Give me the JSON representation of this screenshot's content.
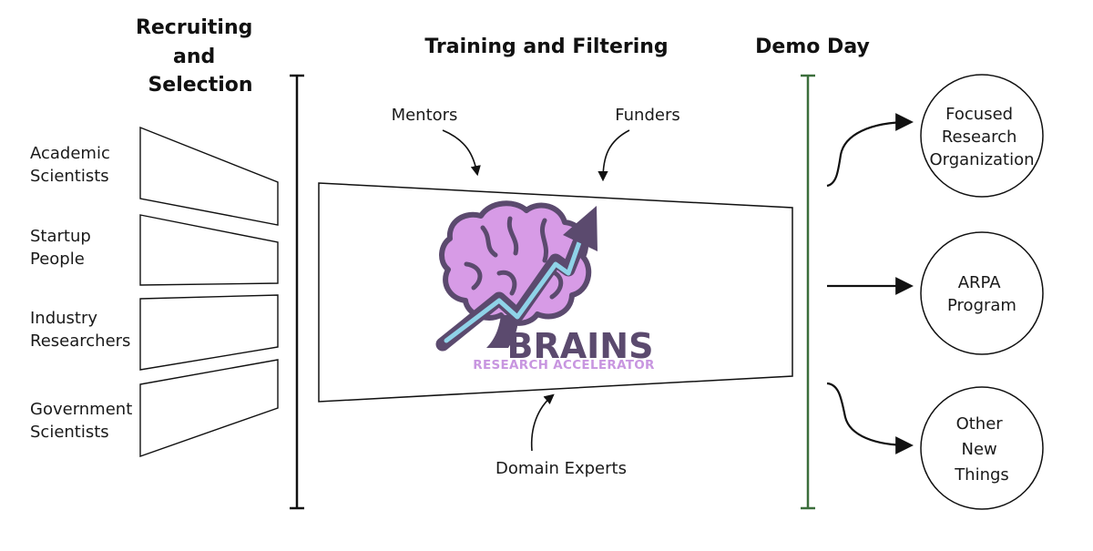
{
  "stages": {
    "recruiting": [
      "Recruiting",
      "and",
      "Selection"
    ],
    "training": "Training and Filtering",
    "demo_day": "Demo Day"
  },
  "sources": [
    [
      "Academic",
      "Scientists"
    ],
    [
      "Startup",
      "People"
    ],
    [
      "Industry",
      "Researchers"
    ],
    [
      "Government",
      "Scientists"
    ]
  ],
  "inputs": {
    "mentors": "Mentors",
    "funders": "Funders",
    "domain_experts": "Domain Experts"
  },
  "logo": {
    "name": "BRAINS",
    "tagline": "RESEARCH ACCELERATOR"
  },
  "outcomes": [
    [
      "Focused",
      "Research",
      "Organization"
    ],
    [
      "ARPA",
      "Program"
    ],
    [
      "Other",
      "New",
      "Things"
    ]
  ],
  "colors": {
    "demo_day_line": "#3c6e3c",
    "logo_purple": "#5b4a6e",
    "brain_fill": "#d79be6",
    "tagline": "#c896e0",
    "arrow_blue": "#8fd3e8"
  }
}
